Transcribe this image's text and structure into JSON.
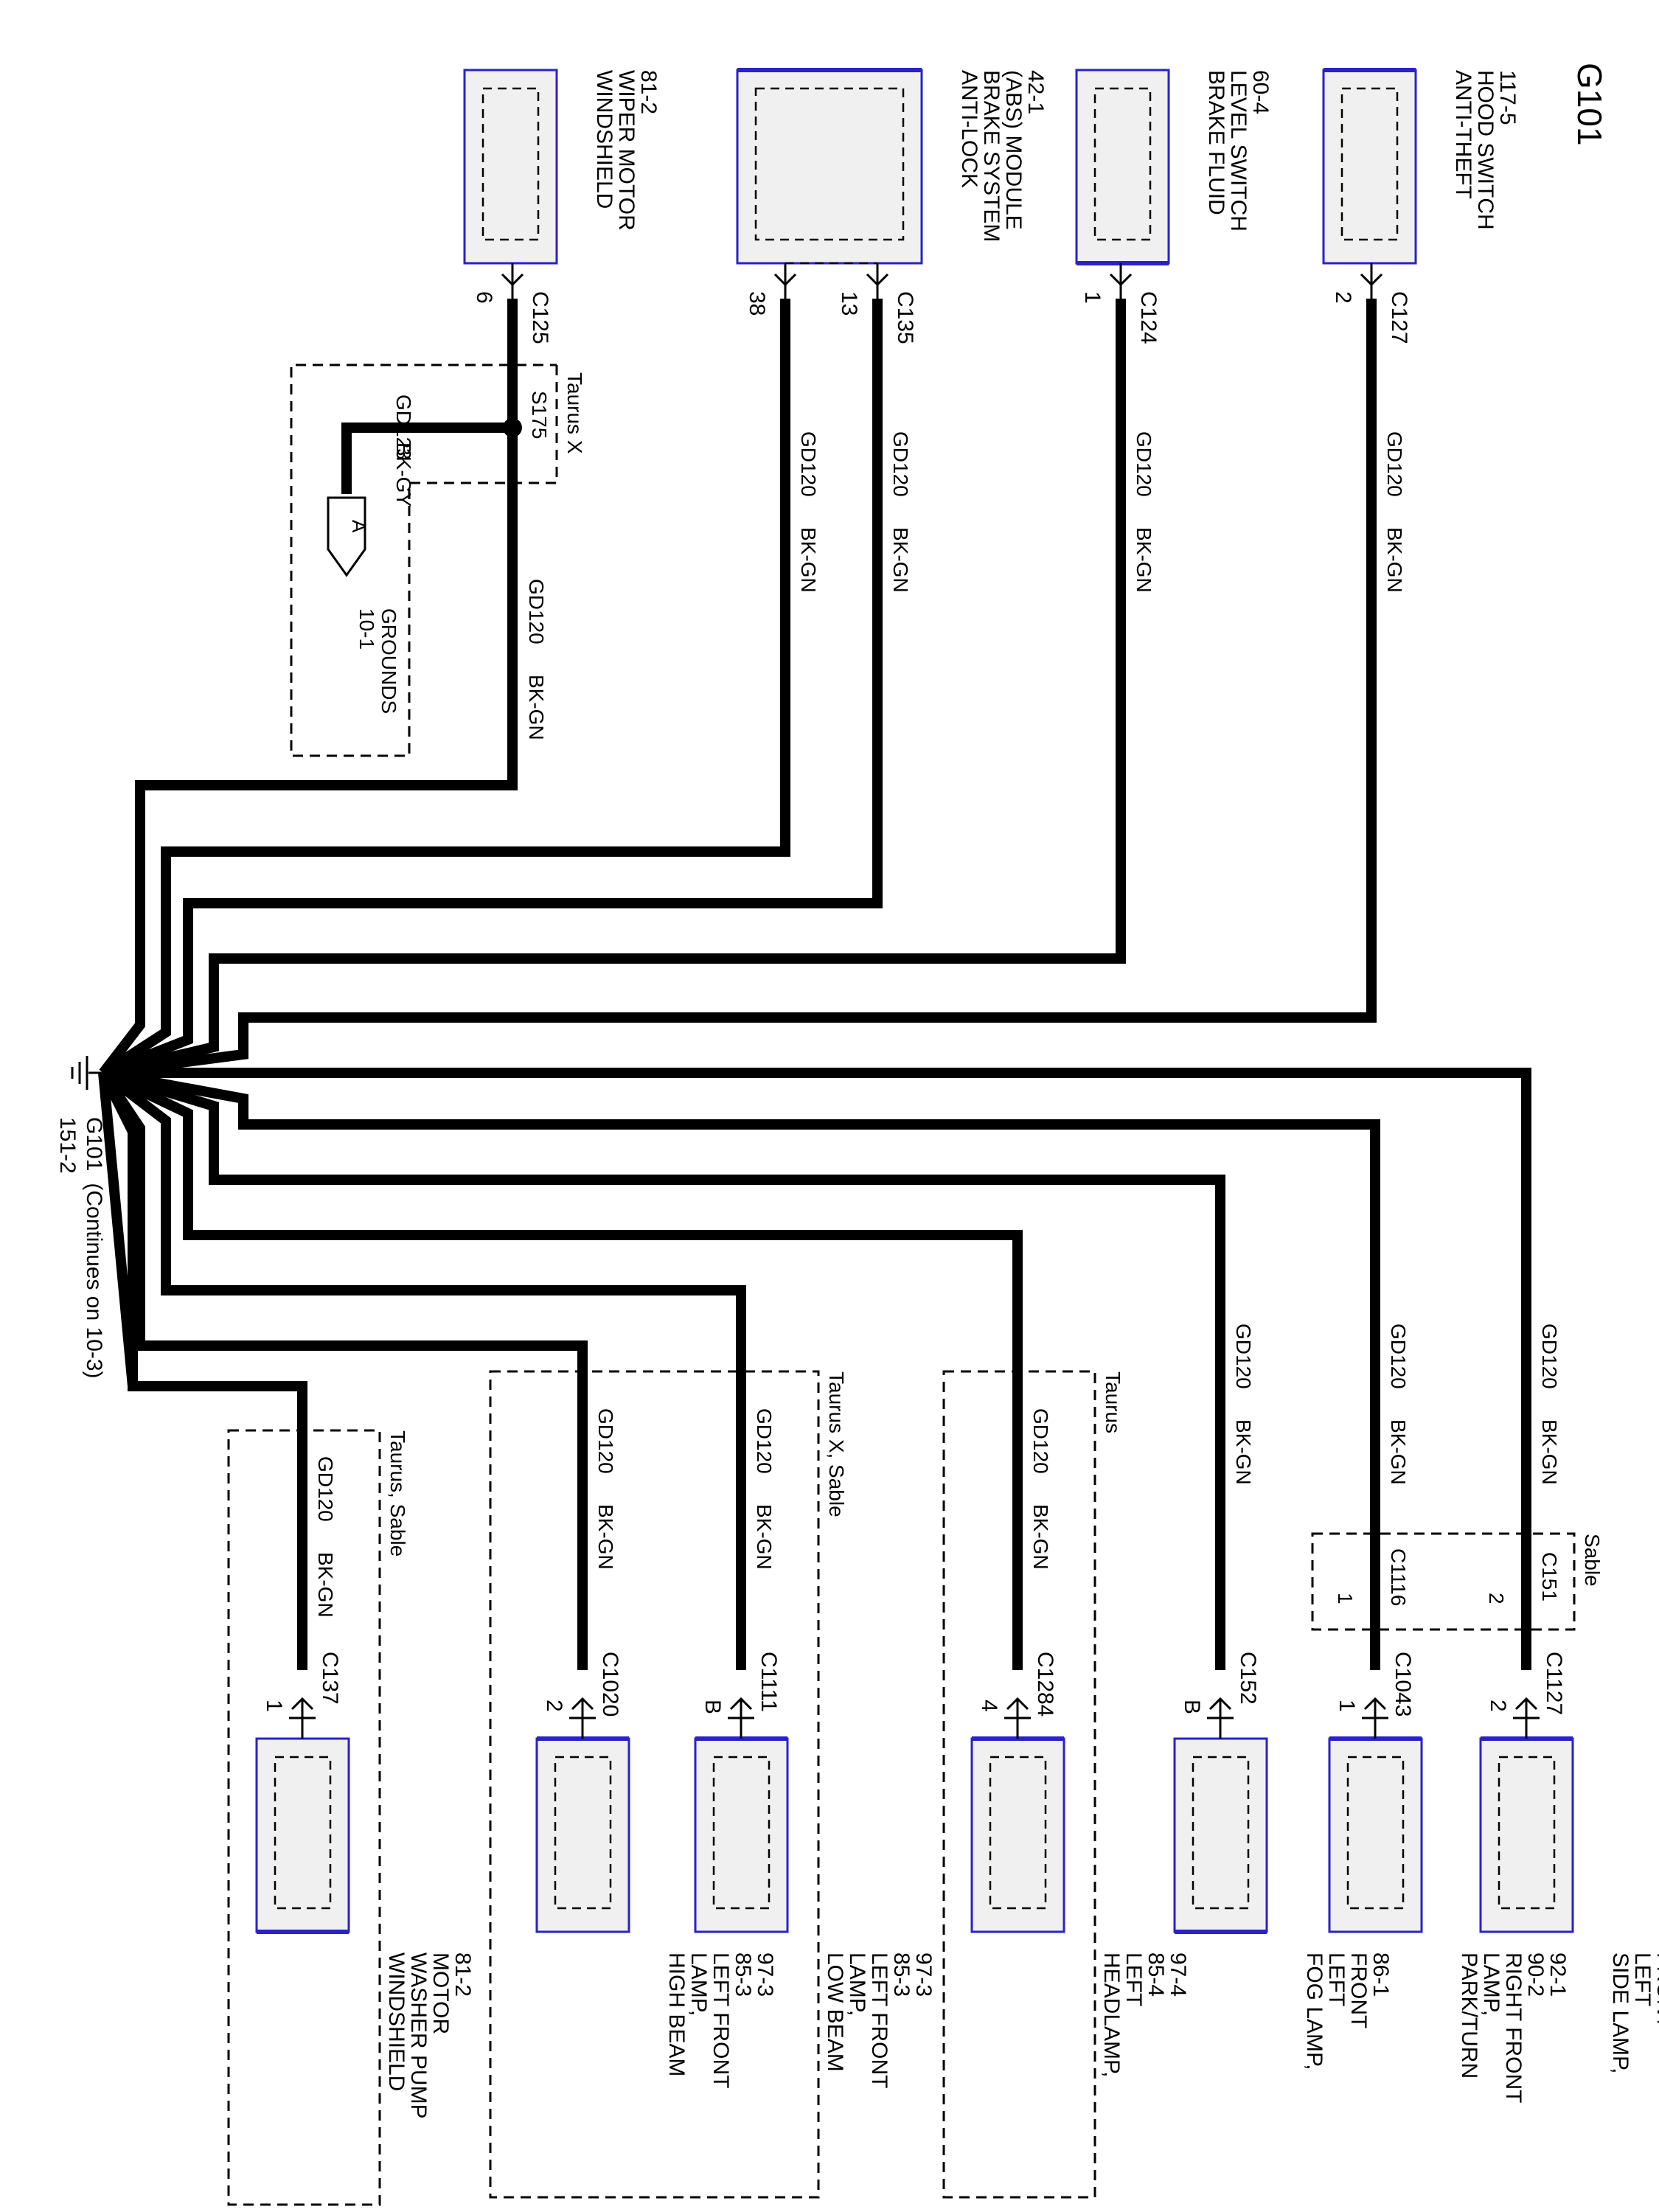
{
  "title": "G101",
  "ground": {
    "label": "G101",
    "continues": "(Continues on 10-3)",
    "ref": "151-2"
  },
  "grounds_ref": {
    "label": "GROUNDS",
    "ref": "10-1",
    "connector": "A"
  },
  "splice": {
    "id": "S175",
    "note": "Taurus X",
    "wire": "GD123",
    "color": "BK-GY"
  },
  "wire_default": {
    "circuit": "GD120",
    "color": "BK-GN"
  },
  "top_components": [
    {
      "key": "hood",
      "lines": [
        "ANTI-THEFT",
        "HOOD SWITCH",
        "117-5"
      ],
      "connector": "C127",
      "pin": "2"
    },
    {
      "key": "brake",
      "lines": [
        "BRAKE FLUID",
        "LEVEL SWITCH",
        "60-4"
      ],
      "connector": "C124",
      "pin": "1"
    },
    {
      "key": "abs",
      "lines": [
        "ANTI-LOCK",
        "BRAKE SYSTEM",
        "(ABS) MODULE",
        "42-1"
      ],
      "connector": "C135",
      "pin_a": "13",
      "pin_b": "38"
    },
    {
      "key": "wiper",
      "lines": [
        "WINDSHIELD",
        "WIPER MOTOR",
        "81-2"
      ],
      "connector": "C125",
      "pin": "6"
    }
  ],
  "bottom_components": [
    {
      "key": "side",
      "lines": [
        "SIDE LAMP,",
        "LEFT",
        "FRONT",
        "92-1"
      ],
      "connector": "C1127",
      "pin": "2"
    },
    {
      "key": "park",
      "lines": [
        "PARK/TURN",
        "LAMP,",
        "RIGHT FRONT",
        "90-2",
        "92-1"
      ],
      "connector": "C1043",
      "pin": "1"
    },
    {
      "key": "fog",
      "lines": [
        "FOG LAMP,",
        "LEFT",
        "FRONT",
        "86-1"
      ],
      "connector": "C152",
      "pin": "B"
    },
    {
      "key": "head",
      "lines": [
        "HEADLAMP,",
        "LEFT",
        "85-4",
        "97-4"
      ],
      "connector": "C1284",
      "pin": "4"
    },
    {
      "key": "low",
      "lines": [
        "LOW BEAM",
        "LAMP,",
        "LEFT FRONT",
        "85-3",
        "97-3"
      ],
      "connector": "C1111",
      "pin": "B"
    },
    {
      "key": "high",
      "lines": [
        "HIGH BEAM",
        "LAMP,",
        "LEFT FRONT",
        "85-3",
        "97-3"
      ],
      "connector": "C1020",
      "pin": "2"
    },
    {
      "key": "pump",
      "lines": [
        "WINDSHIELD",
        "WASHER PUMP",
        "MOTOR",
        "81-2"
      ],
      "connector": "C137",
      "pin": "1"
    }
  ],
  "sable_inline": {
    "note": "Sable",
    "c151": "C151",
    "c151_pin": "2",
    "c1116": "C1116",
    "c1116_pin": "1"
  },
  "option_notes": {
    "taurus": "Taurus",
    "taurus_x_sable": "Taurus X, Sable",
    "taurus_sable": "Taurus, Sable"
  }
}
